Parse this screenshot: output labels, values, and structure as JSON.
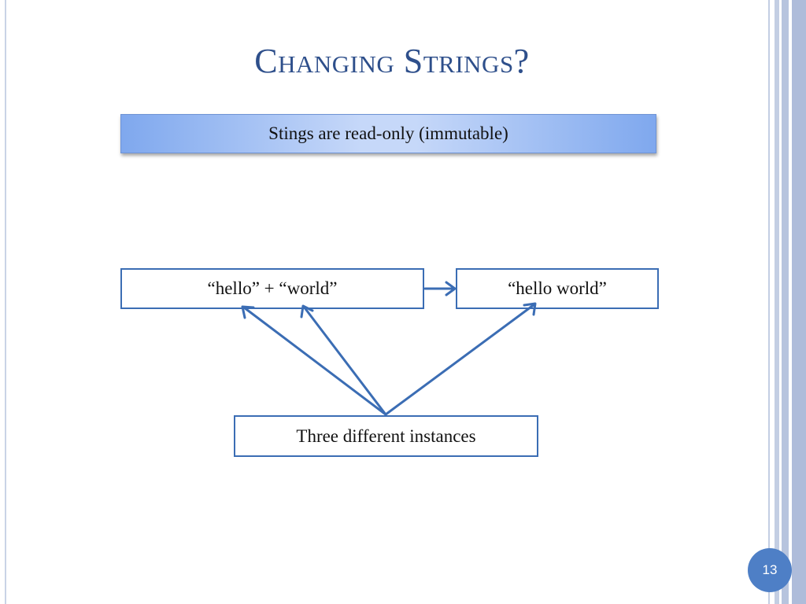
{
  "slide": {
    "title": "Changing Strings?",
    "banner_text": "Stings are read-only (immutable)",
    "page_number": "13"
  },
  "diagram": {
    "nodes": {
      "concat": "“hello” + “world”",
      "result": "“hello world”",
      "instances": "Three different instances"
    },
    "edges": [
      {
        "from": "concat",
        "to": "result"
      },
      {
        "from": "instances",
        "to": "concat"
      },
      {
        "from": "instances",
        "to": "concat"
      },
      {
        "from": "instances",
        "to": "result"
      }
    ],
    "colors": {
      "title": "#2e4f8b",
      "box_border": "#3b6db4",
      "arrow": "#3b6db4",
      "banner_edge": "#7fa8ee",
      "banner_center": "#c6d8f9",
      "page_badge": "#4e7fc6"
    }
  }
}
